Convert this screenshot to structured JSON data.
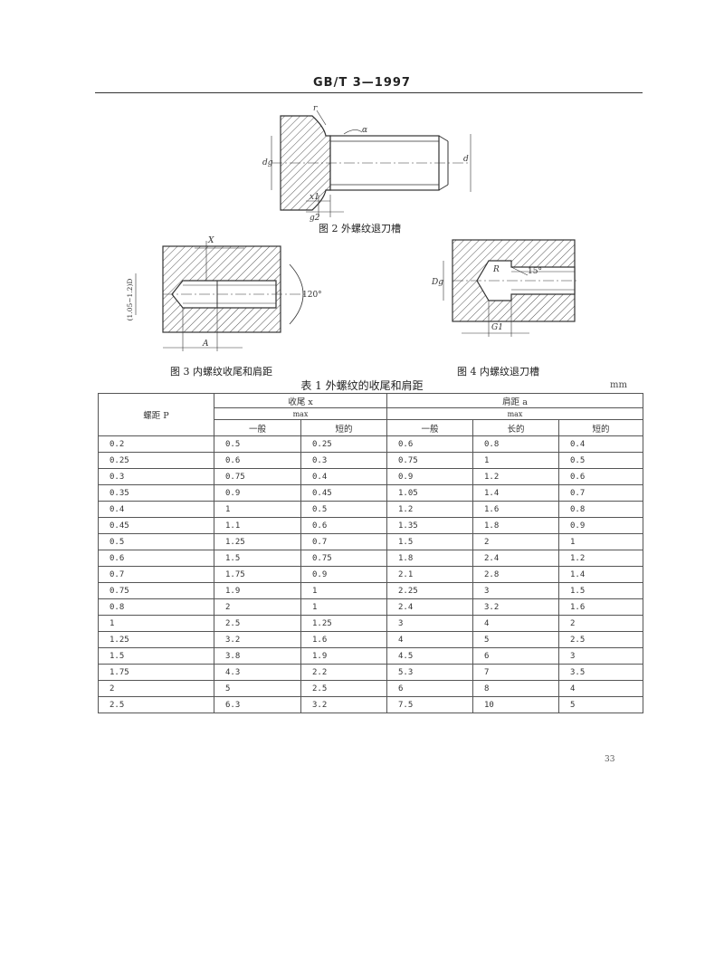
{
  "header": {
    "standard": "GB/T 3—1997"
  },
  "figures": [
    {
      "caption": "图 2   外螺纹退刀槽",
      "labels": {
        "r": "r",
        "alpha": "α",
        "dg": "dg",
        "d": "d",
        "x1": "x1",
        "g2": "g2"
      }
    },
    {
      "caption": "图 3   内螺纹收尾和肩距",
      "labels": {
        "x": "X",
        "a": "A",
        "angle": "120°",
        "dim": "(1.05~1.2)D"
      }
    },
    {
      "caption": "图 4   内螺纹退刀槽",
      "labels": {
        "r": "R",
        "angle": "15°",
        "dg": "Dg",
        "g1": "G1"
      }
    }
  ],
  "table": {
    "title": "表 1   外螺纹的收尾和肩距",
    "unit": "mm",
    "header": {
      "pitch": "螺距 P",
      "runout": "收尾 x",
      "shoulder": "肩距 a",
      "max1": "max",
      "max2": "max",
      "general1": "一般",
      "short1": "短的",
      "general2": "一般",
      "long": "长的",
      "short2": "短的"
    },
    "rows": [
      [
        "0.2",
        "0.5",
        "0.25",
        "0.6",
        "0.8",
        "0.4"
      ],
      [
        "0.25",
        "0.6",
        "0.3",
        "0.75",
        "1",
        "0.5"
      ],
      [
        "0.3",
        "0.75",
        "0.4",
        "0.9",
        "1.2",
        "0.6"
      ],
      [
        "0.35",
        "0.9",
        "0.45",
        "1.05",
        "1.4",
        "0.7"
      ],
      [
        "0.4",
        "1",
        "0.5",
        "1.2",
        "1.6",
        "0.8"
      ],
      [
        "0.45",
        "1.1",
        "0.6",
        "1.35",
        "1.8",
        "0.9"
      ],
      [
        "0.5",
        "1.25",
        "0.7",
        "1.5",
        "2",
        "1"
      ],
      [
        "0.6",
        "1.5",
        "0.75",
        "1.8",
        "2.4",
        "1.2"
      ],
      [
        "0.7",
        "1.75",
        "0.9",
        "2.1",
        "2.8",
        "1.4"
      ],
      [
        "0.75",
        "1.9",
        "1",
        "2.25",
        "3",
        "1.5"
      ],
      [
        "0.8",
        "2",
        "1",
        "2.4",
        "3.2",
        "1.6"
      ],
      [
        "1",
        "2.5",
        "1.25",
        "3",
        "4",
        "2"
      ],
      [
        "1.25",
        "3.2",
        "1.6",
        "4",
        "5",
        "2.5"
      ],
      [
        "1.5",
        "3.8",
        "1.9",
        "4.5",
        "6",
        "3"
      ],
      [
        "1.75",
        "4.3",
        "2.2",
        "5.3",
        "7",
        "3.5"
      ],
      [
        "2",
        "5",
        "2.5",
        "6",
        "8",
        "4"
      ],
      [
        "2.5",
        "6.3",
        "3.2",
        "7.5",
        "10",
        "5"
      ]
    ]
  },
  "page_number": "33"
}
